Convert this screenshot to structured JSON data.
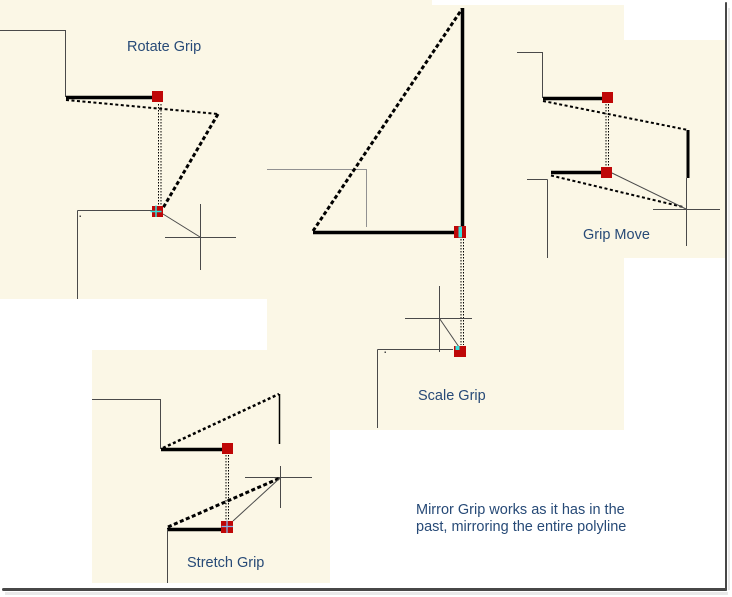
{
  "colors": {
    "page_background": "#ffffff",
    "panel_background": "#fbf7e6",
    "label_text": "#274a77",
    "grip_fill": "#bf0707",
    "grip_accent_cyan": "#35e0dc",
    "stretch_cursor_cross": "#86b7e6",
    "line_black": "#000000",
    "line_gray": "#919191",
    "line_dark_gray": "#4a4a4a",
    "frame_border": "#474747",
    "frame_shadow": "#e9e9e9"
  },
  "labels": {
    "rotate_grip": "Rotate Grip",
    "scale_grip": "Scale Grip",
    "grip_move": "Grip Move",
    "stretch_grip": "Stretch Grip",
    "mirror_note_line1": "Mirror Grip works as it has in the",
    "mirror_note_line2": "past, mirroring the entire polyline"
  },
  "diagrams": [
    {
      "id": "rotate-grip",
      "label": "Rotate Grip",
      "grip_count": 2,
      "has_crosshair_cursor": true
    },
    {
      "id": "scale-grip",
      "label": "Scale Grip",
      "grip_count": 2,
      "has_crosshair_cursor": true
    },
    {
      "id": "grip-move",
      "label": "Grip Move",
      "grip_count": 2,
      "has_crosshair_cursor": true
    },
    {
      "id": "stretch-grip",
      "label": "Stretch Grip",
      "grip_count": 2,
      "has_crosshair_cursor": true
    }
  ]
}
